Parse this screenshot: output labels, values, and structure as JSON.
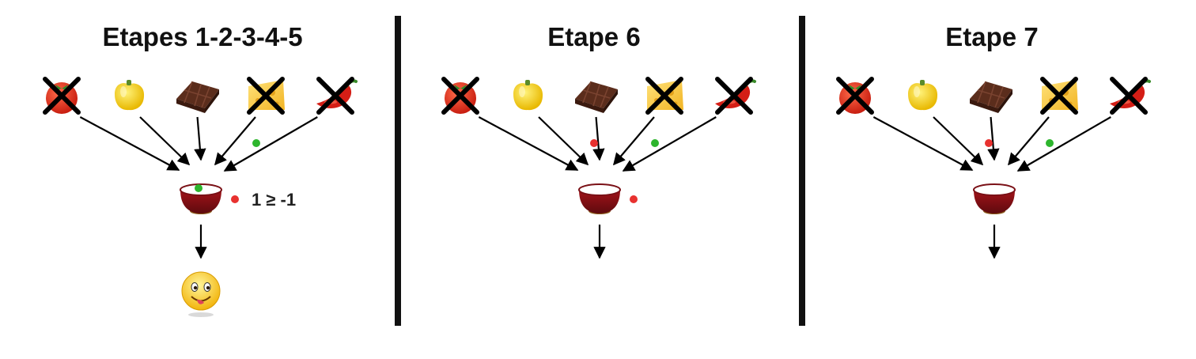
{
  "panels": [
    {
      "title": "Etapes 1-2-3-4-5",
      "crossed": [
        true,
        false,
        false,
        true,
        true
      ],
      "dots_near_ingredients": [
        {
          "between": 3,
          "color": "green"
        }
      ],
      "dot_in_bowl": "green",
      "dot_beside_bowl": "red",
      "inequality": "1 ≥ -1",
      "result": "smiley-yum-icon"
    },
    {
      "title": "Etape 6",
      "crossed": [
        true,
        false,
        false,
        true,
        true
      ],
      "dots_near_ingredients": [
        {
          "between": 2,
          "color": "red"
        },
        {
          "between": 3,
          "color": "green"
        }
      ],
      "dot_in_bowl": null,
      "dot_beside_bowl": "red",
      "inequality": "",
      "result": null
    },
    {
      "title": "Etape 7",
      "crossed": [
        true,
        false,
        false,
        true,
        true
      ],
      "dots_near_ingredients": [
        {
          "between": 2,
          "color": "red"
        },
        {
          "between": 3,
          "color": "green"
        }
      ],
      "dot_in_bowl": null,
      "dot_beside_bowl": null,
      "inequality": "",
      "result": null
    }
  ],
  "ingredients": [
    "tomato-icon",
    "yellow-pepper-icon",
    "chocolate-icon",
    "cheese-icon",
    "chili-pepper-icon"
  ],
  "colors": {
    "green": "#2db52d",
    "red": "#e8312f",
    "cross": "#000000",
    "divider": "#111111"
  }
}
